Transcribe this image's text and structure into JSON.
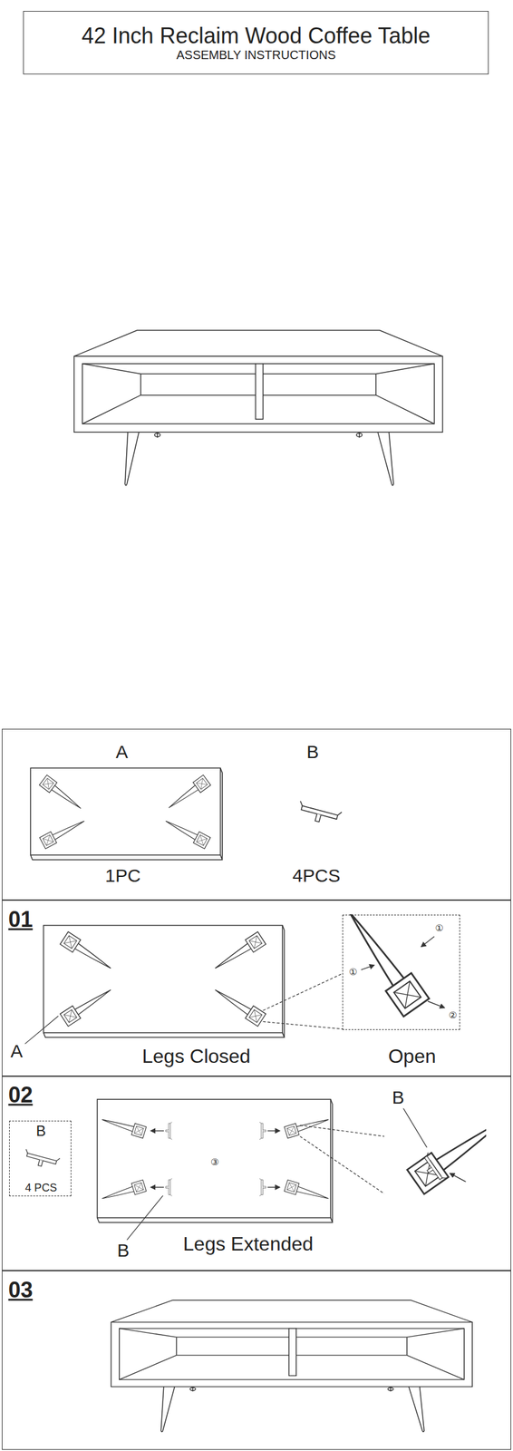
{
  "diagram": {
    "nodes": [
      {
        "text": [
          "42 Inch Reclaim Wood Coffee Table",
          "ASSEMBLY INSTRUCTIONS"
        ]
      },
      {
        "text": [
          "A",
          "B",
          "1PC",
          "4PCS"
        ]
      },
      {
        "text": [
          "01"
        ]
      },
      {
        "text": [
          "①",
          "①",
          "②"
        ],
        "in": 2
      },
      {
        "text": [
          "02"
        ]
      },
      {
        "text": [
          "B",
          "4 PCS"
        ],
        "in": 4
      },
      {
        "text": [
          "03"
        ]
      }
    ],
    "labels": [
      "A",
      "Legs Closed",
      "Open",
      "③",
      "B",
      "Legs Extended",
      "B"
    ]
  }
}
